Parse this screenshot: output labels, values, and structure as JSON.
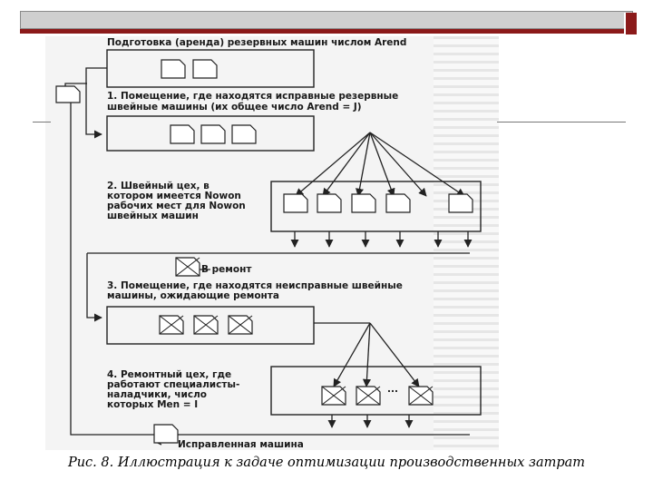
{
  "diagram": {
    "top_label": "Подготовка (аренда) резервных машин числом Arend",
    "stage1": [
      "1. Помещение, где находятся исправные резервные",
      "швейные машины (их общее число Arend = J)"
    ],
    "stage2": [
      "2. Швейный цех, в",
      "котором имеется Nowon",
      "рабочих мест для Nowon",
      "швейных машин"
    ],
    "to_repair": "В ремонт",
    "stage3": [
      "3. Помещение, где находятся неисправные швейные",
      "машины, ожидающие ремонта"
    ],
    "stage4": [
      "4. Ремонтный цех, где",
      "работают специалисты-",
      "наладчики, число",
      "которых Men = I"
    ],
    "dots": "...",
    "repaired": "Исправленная машина"
  },
  "caption": "Рис. 8. Иллюстрация к задаче оптимизации производственных затрат"
}
